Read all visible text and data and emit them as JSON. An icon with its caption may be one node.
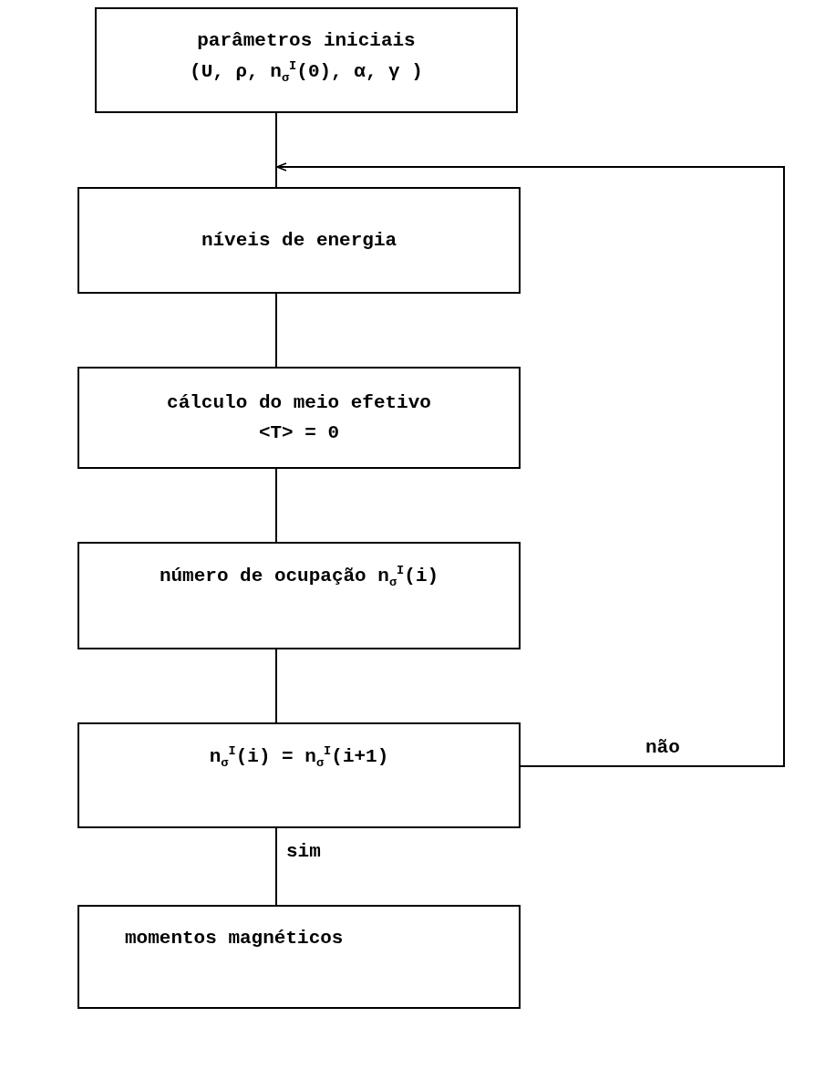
{
  "diagram": {
    "nodes": [
      {
        "text": [
          "parâmetros iniciais",
          "(U, ρ, n$_{σ}$$^{I}$(0), α, γ )"
        ]
      },
      {
        "text": [
          "níveis de energia"
        ]
      },
      {
        "text": [
          "cálculo do meio efetivo",
          "<T> = 0"
        ]
      },
      {
        "text": [
          "número de ocupação n$_{σ}$$^{I}$(i)"
        ]
      },
      {
        "text": [
          "n$_{σ}$$^{I}$(i) = n$_{σ}$$^{I}$(i+1)"
        ]
      },
      {
        "text": [
          "momentos magnéticos"
        ]
      }
    ],
    "edges": [
      {
        "from": 0,
        "to": 1,
        "arrow": "none"
      },
      {
        "from": 1,
        "to": 2,
        "arrow": "none"
      },
      {
        "from": 2,
        "to": 3,
        "arrow": "none"
      },
      {
        "from": 3,
        "to": 4,
        "arrow": "none"
      },
      {
        "from": 4,
        "to": 5,
        "arrow": "none",
        "label": "sim"
      },
      {
        "from": 4,
        "to": 1,
        "arrow": "to",
        "label": "não"
      }
    ]
  }
}
